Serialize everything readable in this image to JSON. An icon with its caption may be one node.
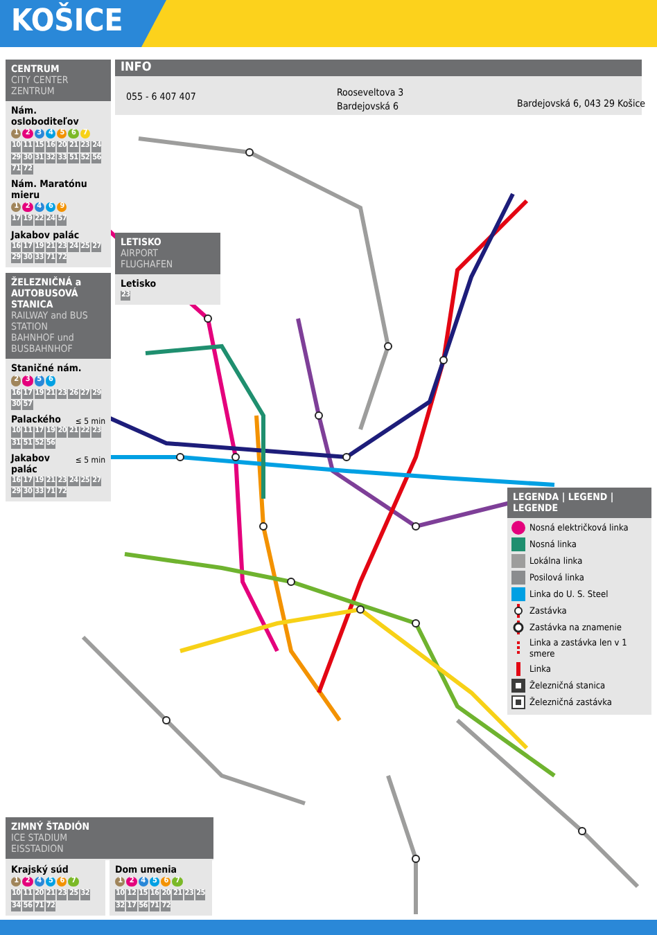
{
  "diagram": {
    "title": "KOŠICE",
    "labels": [
      "INFO",
      "055 - 6 407 407",
      "Rooseveltova 3",
      "Bardejovská 6",
      "Bardejovská 6, 043 29 Košice",
      "CENTRUM",
      "CITY CENTER",
      "ZENTRUM",
      "Nám. osloboditeľov",
      "1",
      "2",
      "3",
      "4",
      "5",
      "6",
      "7",
      "10",
      "11",
      "15",
      "16",
      "20",
      "21",
      "23",
      "24",
      "29",
      "30",
      "31",
      "32",
      "33",
      "51",
      "52",
      "56",
      "71",
      "72",
      "Nám. Maratónu mieru",
      "1",
      "2",
      "4",
      "6",
      "9",
      "17",
      "19",
      "22",
      "24",
      "57",
      "Jakabov palác",
      "16",
      "17",
      "19",
      "21",
      "23",
      "24",
      "25",
      "27",
      "29",
      "30",
      "33",
      "71",
      "72",
      "ŽELEZNIČNÁ a AUTOBUSOVÁ STANICA",
      "RAILWAY and BUS STATION",
      "BAHNHOF und BUSBAHNHOF",
      "Staničné nám.",
      "2",
      "3",
      "5",
      "6",
      "16",
      "17",
      "19",
      "21",
      "23",
      "26",
      "27",
      "29",
      "30",
      "57",
      "Palackého",
      "≤ 5 min",
      "10",
      "11",
      "17",
      "19",
      "20",
      "21",
      "22",
      "23",
      "31",
      "51",
      "52",
      "56",
      "Jakabov palác",
      "≤ 5 min",
      "16",
      "17",
      "19",
      "21",
      "23",
      "24",
      "25",
      "27",
      "29",
      "30",
      "33",
      "71",
      "72",
      "LETISKO",
      "AIRPORT",
      "FLUGHAFEN",
      "Letisko",
      "23",
      "ZIMNÝ ŠTADIÓN",
      "ICE STADIUM",
      "EISSTADION",
      "Krajský súd",
      "1",
      "2",
      "4",
      "5",
      "6",
      "7",
      "10",
      "11",
      "20",
      "21",
      "23",
      "25",
      "32",
      "34",
      "56",
      "71",
      "72",
      "Dom umenia",
      "1",
      "2",
      "4",
      "5",
      "6",
      "7",
      "10",
      "12",
      "15",
      "16",
      "20",
      "21",
      "23",
      "25",
      "32",
      "17",
      "56",
      "71",
      "72",
      "LEGENDA | LEGEND | LEGENDE"
    ],
    "legend": [
      {
        "text": "Nosná električková linka"
      },
      {
        "text": "Nosná linka"
      },
      {
        "text": "Lokálna linka"
      },
      {
        "text": "Posilová linka"
      },
      {
        "text": "Linka do U. S. Steel"
      },
      {
        "text": "Zastávka"
      },
      {
        "text": "Zastávka na znamenie"
      },
      {
        "text": "Linka a zastávka len v 1 smere"
      },
      {
        "text": "Linka"
      },
      {
        "text": "Železničná stanica"
      },
      {
        "text": "Železničná zastávka"
      }
    ]
  }
}
